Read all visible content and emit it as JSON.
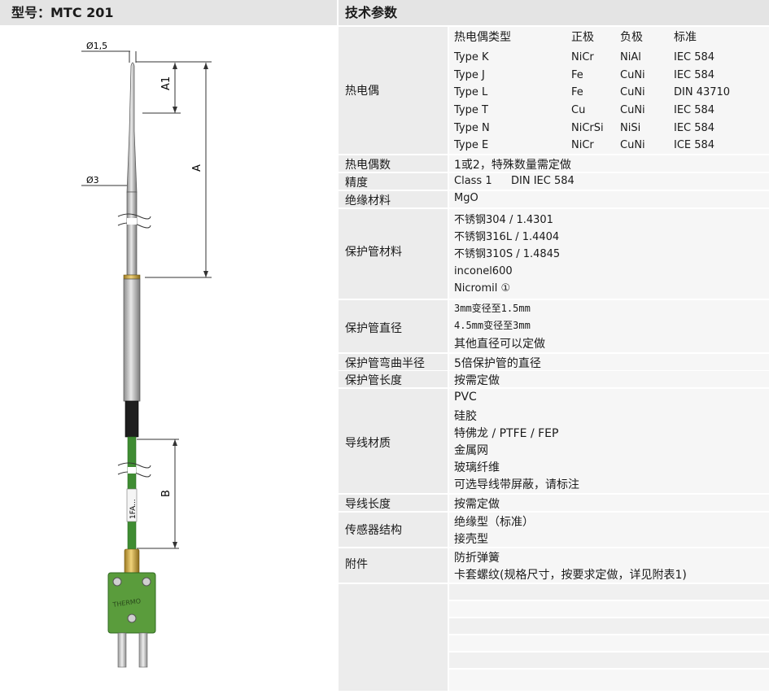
{
  "header": {
    "model": "型号：MTC 201",
    "specs_title": "技术参数"
  },
  "drawing": {
    "dim_tip": "Ø1,5",
    "dim_tube": "Ø3",
    "dim_a1": "A1",
    "dim_a": "A",
    "dim_b": "B",
    "cable_tag": "1FA...",
    "plug_brand": "THERMO"
  },
  "thermocouple": {
    "label": "热电偶",
    "headers": [
      "热电偶类型",
      "正极",
      "负极",
      "标准"
    ],
    "rows": [
      [
        "Type K",
        "NiCr",
        "NiAl",
        "IEC 584"
      ],
      [
        "Type J",
        "Fe",
        "CuNi",
        "IEC 584"
      ],
      [
        "Type L",
        "Fe",
        "CuNi",
        "DIN 43710"
      ],
      [
        "Type T",
        "Cu",
        "CuNi",
        "IEC 584"
      ],
      [
        "Type N",
        "NiCrSi",
        "NiSi",
        "IEC 584"
      ],
      [
        "Type E",
        "NiCr",
        "CuNi",
        "ICE 584"
      ]
    ]
  },
  "count": {
    "label": "热电偶数",
    "value": "1或2，特殊数量需定做"
  },
  "accuracy": {
    "label": "精度",
    "class": "Class 1",
    "standard": "DIN IEC 584"
  },
  "insulation": {
    "label": "绝缘材料",
    "value": "MgO"
  },
  "sheath_material": {
    "label": "保护管材料",
    "values": [
      "不锈钢304 / 1.4301",
      "不锈钢316L / 1.4404",
      "不锈钢310S / 1.4845",
      "inconel600",
      "Nicromil ①"
    ]
  },
  "sheath_diameter": {
    "label": "保护管直径",
    "values": [
      "3mm变径至1.5mm",
      "4.5mm变径至3mm",
      "其他直径可以定做"
    ]
  },
  "bend_radius": {
    "label": "保护管弯曲半径",
    "value": "5倍保护管的直径"
  },
  "sheath_length": {
    "label": "保护管长度",
    "value": "按需定做"
  },
  "wire_material": {
    "label": "导线材质",
    "values": [
      "PVC",
      "硅胶",
      "特佛龙 / PTFE / FEP",
      "金属网",
      "玻璃纤维",
      "可选导线带屏蔽，请标注"
    ]
  },
  "wire_length": {
    "label": "导线长度",
    "value": "按需定做"
  },
  "structure": {
    "label": "传感器结构",
    "values": [
      "绝缘型（标准）",
      "接壳型"
    ]
  },
  "accessories": {
    "label": "附件",
    "values": [
      "防折弹簧",
      "卡套螺纹(规格尺寸，按要求定做，详见附表1)"
    ]
  }
}
